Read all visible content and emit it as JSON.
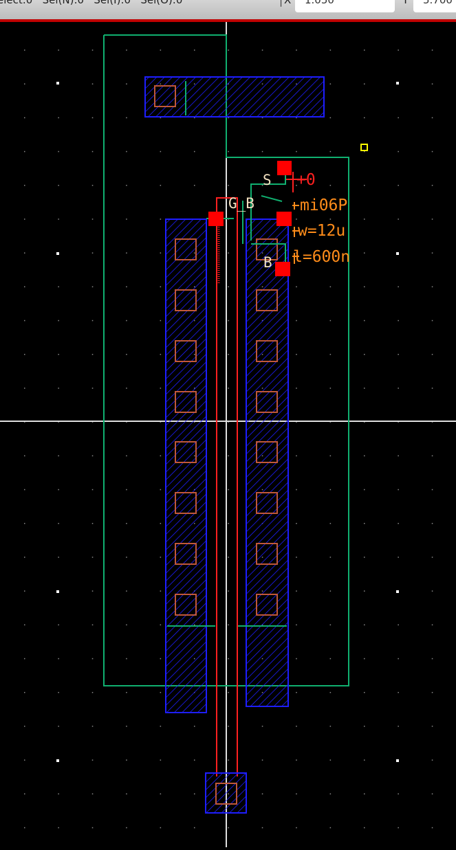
{
  "toolbar": {
    "status": "elect:0   Sel(N):0   Sel(I):0   Sel(O):0",
    "x_label": "X",
    "x_value": "1.050",
    "y_label": "Y",
    "y_value": "5.700"
  },
  "instance": {
    "pin_s": "S",
    "pin_gb": "G_B",
    "pin_b": "B",
    "net": "+0",
    "name": "mi06P",
    "width": "w=12u",
    "length": "l=600n"
  },
  "colors": {
    "background": "#000000",
    "diffusion": "#1e1eff",
    "contact": "#c0583a",
    "poly": "#ff2020",
    "outline": "#10b070",
    "label": "#ff8c1a",
    "pin": "#ff0000"
  }
}
